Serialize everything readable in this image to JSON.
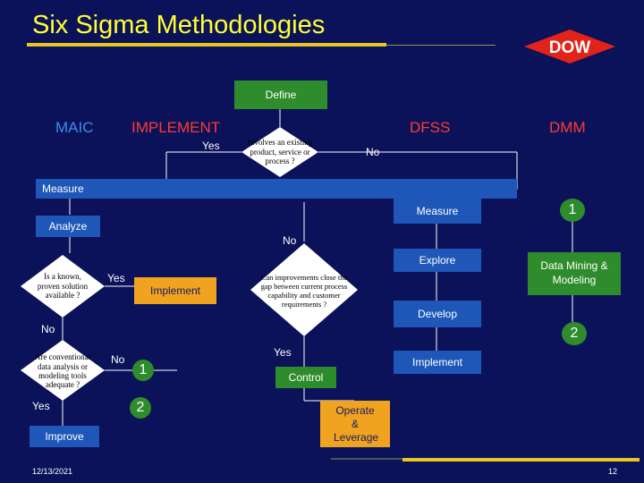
{
  "title": "Six Sigma Methodologies",
  "logo_text": "DOW",
  "headers": {
    "maic": "MAIC",
    "implement": "IMPLEMENT",
    "dfss": "DFSS",
    "dmm": "DMM"
  },
  "define": "Define",
  "left": {
    "measure": "Measure",
    "analyze": "Analyze",
    "decision_known": "Is a known, proven solution available ?",
    "decision_conventional": "Are conventional data analysis or modeling tools adequate ?",
    "yes_1": "Yes",
    "no_1": "No",
    "no_2": "No",
    "yes_2": "Yes",
    "improve": "Improve",
    "implement": "Implement"
  },
  "center": {
    "decision_existing": "Involves an existing product, service or process ?",
    "yes_top": "Yes",
    "no_top": "No",
    "no_mid": "No",
    "decision_gap": "Can improvements close the gap between current process capability and customer requirements ?",
    "yes_bottom": "Yes",
    "control": "Control",
    "operate": "Operate & Leverage"
  },
  "dfss_steps": [
    "Measure",
    "Explore",
    "Develop",
    "Implement"
  ],
  "dmm": {
    "circle_1": "1",
    "box": "Data Mining & Modeling",
    "circle_2": "2"
  },
  "connectors": {
    "circle_1": "1",
    "circle_2": "2"
  },
  "footer": {
    "date": "12/13/2021",
    "page": "12"
  },
  "colors": {
    "background": "#0B1259",
    "title": "#FFFF33",
    "header_red": "#FF3B2F",
    "header_blue": "#3D8CE8",
    "green": "#2E8C2C",
    "band_blue": "#1E57B8",
    "orange": "#F0A31F",
    "diamond": "#FFFFFF"
  },
  "icons": [
    "dow-logo-diamond"
  ]
}
